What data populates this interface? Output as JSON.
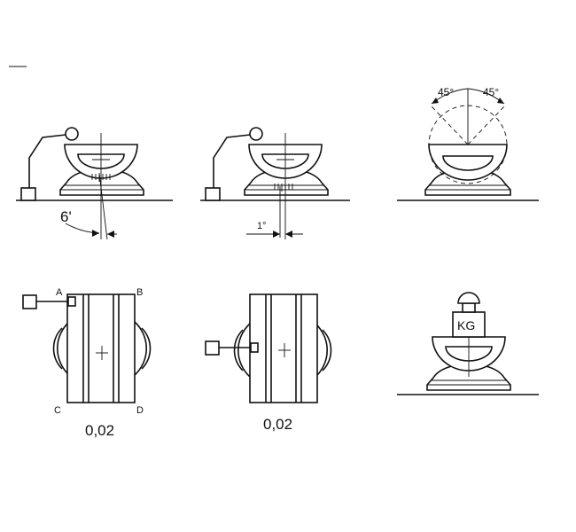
{
  "figure": {
    "panel1": {
      "angle_label": "6'"
    },
    "panel2": {
      "angle_label": "1°"
    },
    "panel3": {
      "left_angle": "45°",
      "right_angle": "45°"
    },
    "panel4": {
      "corner_a": "A",
      "corner_b": "B",
      "corner_c": "C",
      "corner_d": "D",
      "tolerance": "0,02"
    },
    "panel5": {
      "tolerance": "0,02"
    },
    "panel6": {
      "weight_label": "KG"
    }
  }
}
